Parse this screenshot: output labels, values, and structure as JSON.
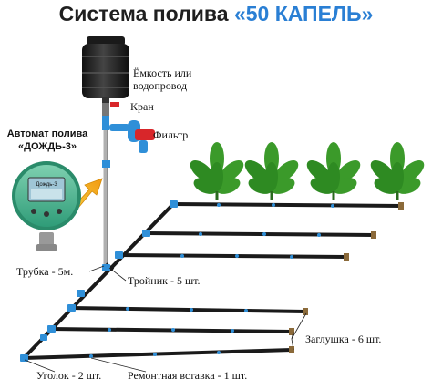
{
  "title": {
    "part1": "Система полива ",
    "part2": "«50 КАПЕЛЬ»"
  },
  "colors": {
    "title_accent": "#2a7fd4",
    "pipe": "#1a1a1a",
    "fitting": "#2f8fd8",
    "plant": "#3b9a2a",
    "arrow": "#f5c21b"
  },
  "labels": {
    "tank": [
      "Ёмкость или",
      "водопровод"
    ],
    "valve": "Кран",
    "filter": "Фильтр",
    "controller": [
      "Автомат полива",
      "«ДОЖДЬ-3»"
    ],
    "tube": "Трубка - 5м.",
    "tee": "Тройник - 5 шт.",
    "plug": "Заглушка - 6 шт.",
    "elbow": "Уголок - 2 шт.",
    "repair": "Ремонтная вставка - 1 шт."
  },
  "controller_display": {
    "brand": "Дождь-3"
  },
  "icons": [
    "water-tank-icon",
    "valve-icon",
    "filter-icon",
    "timer-controller-icon",
    "plant-icon",
    "arrow-icon"
  ]
}
